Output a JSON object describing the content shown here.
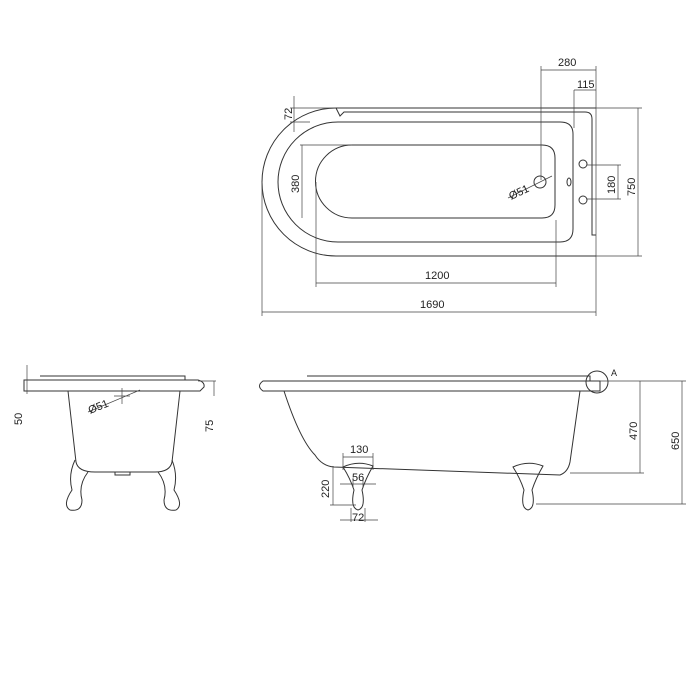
{
  "top_view": {
    "dims": {
      "overall_length": "1690",
      "basin_length": "1200",
      "waste_offset": "280",
      "tap_offset": "115",
      "overall_width": "750",
      "tap_spacing": "180",
      "basin_width": "380",
      "rim_width": "72",
      "waste_diameter": "Ø51"
    }
  },
  "end_view": {
    "dims": {
      "rim_thickness": "50",
      "overflow_drop": "75",
      "waste_diameter": "Ø51"
    }
  },
  "side_view": {
    "detail_label": "A",
    "dims": {
      "inner_depth": "470",
      "overall_height": "650",
      "foot_width": "130",
      "foot_height": "220",
      "foot_neck": "56",
      "foot_base": "72"
    }
  }
}
